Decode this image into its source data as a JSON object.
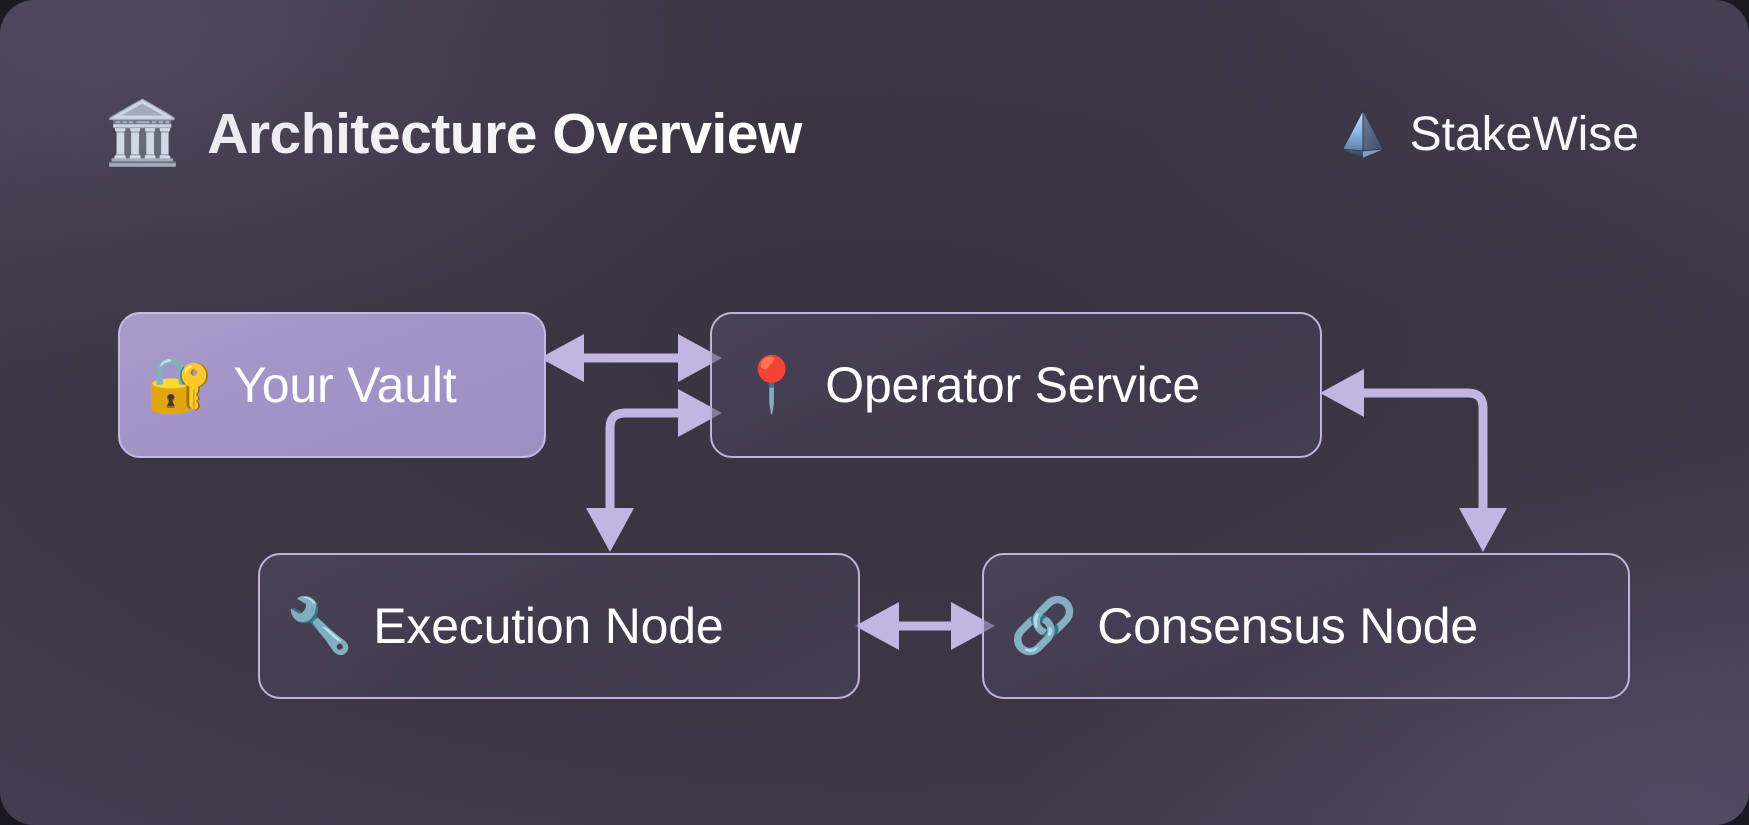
{
  "header": {
    "title": "Architecture Overview",
    "title_icon": "classical-building-icon",
    "title_emoji": "🏛️",
    "brand_name": "StakeWise",
    "brand_icon": "stakewise-pyramid-logo"
  },
  "diagram": {
    "nodes": [
      {
        "id": "your-vault",
        "label": "Your Vault",
        "icon": "safe-vault-icon",
        "emoji": "🔐",
        "style": "filled",
        "fill": "#a292c6",
        "border": "#c6b8e2"
      },
      {
        "id": "operator-service",
        "label": "Operator Service",
        "icon": "location-pin-icon",
        "emoji": "📍",
        "style": "outline",
        "fill": "rgba(74,67,91,0.5)",
        "border": "#c0b2db"
      },
      {
        "id": "execution-node",
        "label": "Execution Node",
        "icon": "wrench-icon",
        "emoji": "🔧",
        "style": "outline",
        "fill": "rgba(74,67,91,0.5)",
        "border": "#c0b2db"
      },
      {
        "id": "consensus-node",
        "label": "Consensus Node",
        "icon": "chain-link-icon",
        "emoji": "🔗",
        "style": "outline",
        "fill": "rgba(74,67,91,0.5)",
        "border": "#c0b2db"
      }
    ],
    "connections": [
      {
        "id": "vault-operator",
        "from": "your-vault",
        "to": "operator-service",
        "direction": "bidirectional",
        "shape": "straight-horizontal"
      },
      {
        "id": "operator-execution",
        "from": "operator-service",
        "to": "execution-node",
        "direction": "bidirectional",
        "shape": "elbow-down-left"
      },
      {
        "id": "consensus-operator",
        "from": "consensus-node",
        "to": "operator-service",
        "direction": "bidirectional",
        "shape": "elbow-up-left"
      },
      {
        "id": "execution-consensus",
        "from": "execution-node",
        "to": "consensus-node",
        "direction": "bidirectional",
        "shape": "straight-horizontal"
      }
    ],
    "arrow_color": "#c3b4e1"
  },
  "colors": {
    "background_center": "#3b3544",
    "background_edge": "#57506b",
    "text": "#ffffff",
    "accent": "#a292c6",
    "connector": "#c3b4e1"
  }
}
